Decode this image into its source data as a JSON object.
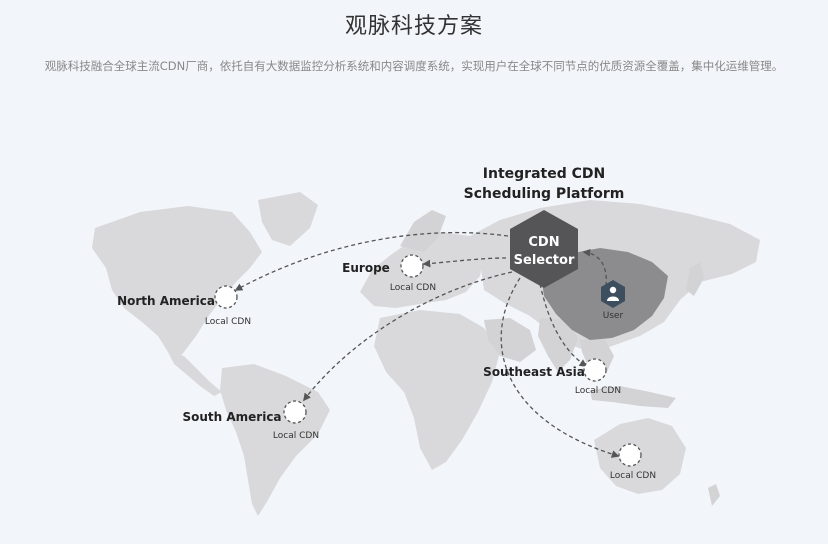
{
  "header": {
    "title": "观脉科技方案",
    "subtitle": "观脉科技融合全球主流CDN厂商，依托自有大数据监控分析系统和内容调度系统，实现用户在全球不同节点的优质资源全覆盖，集中化运维管理。"
  },
  "platform": {
    "title_line1": "Integrated CDN",
    "title_line2": "Scheduling Platform",
    "selector_line1": "CDN",
    "selector_line2": "Selector"
  },
  "user": {
    "label": "User"
  },
  "regions": [
    {
      "name": "North America",
      "node_label": "Local CDN"
    },
    {
      "name": "Europe",
      "node_label": "Local CDN"
    },
    {
      "name": "South America",
      "node_label": "Local CDN"
    },
    {
      "name": "Southeast Asia",
      "node_label": "Local CDN"
    },
    {
      "name": "",
      "node_label": "Local CDN"
    }
  ],
  "colors": {
    "background": "#f2f5fa",
    "land": "#d9d9db",
    "china": "#8c8c8e",
    "hexagon": "#555555",
    "user_marker": "#3d4f5f"
  }
}
